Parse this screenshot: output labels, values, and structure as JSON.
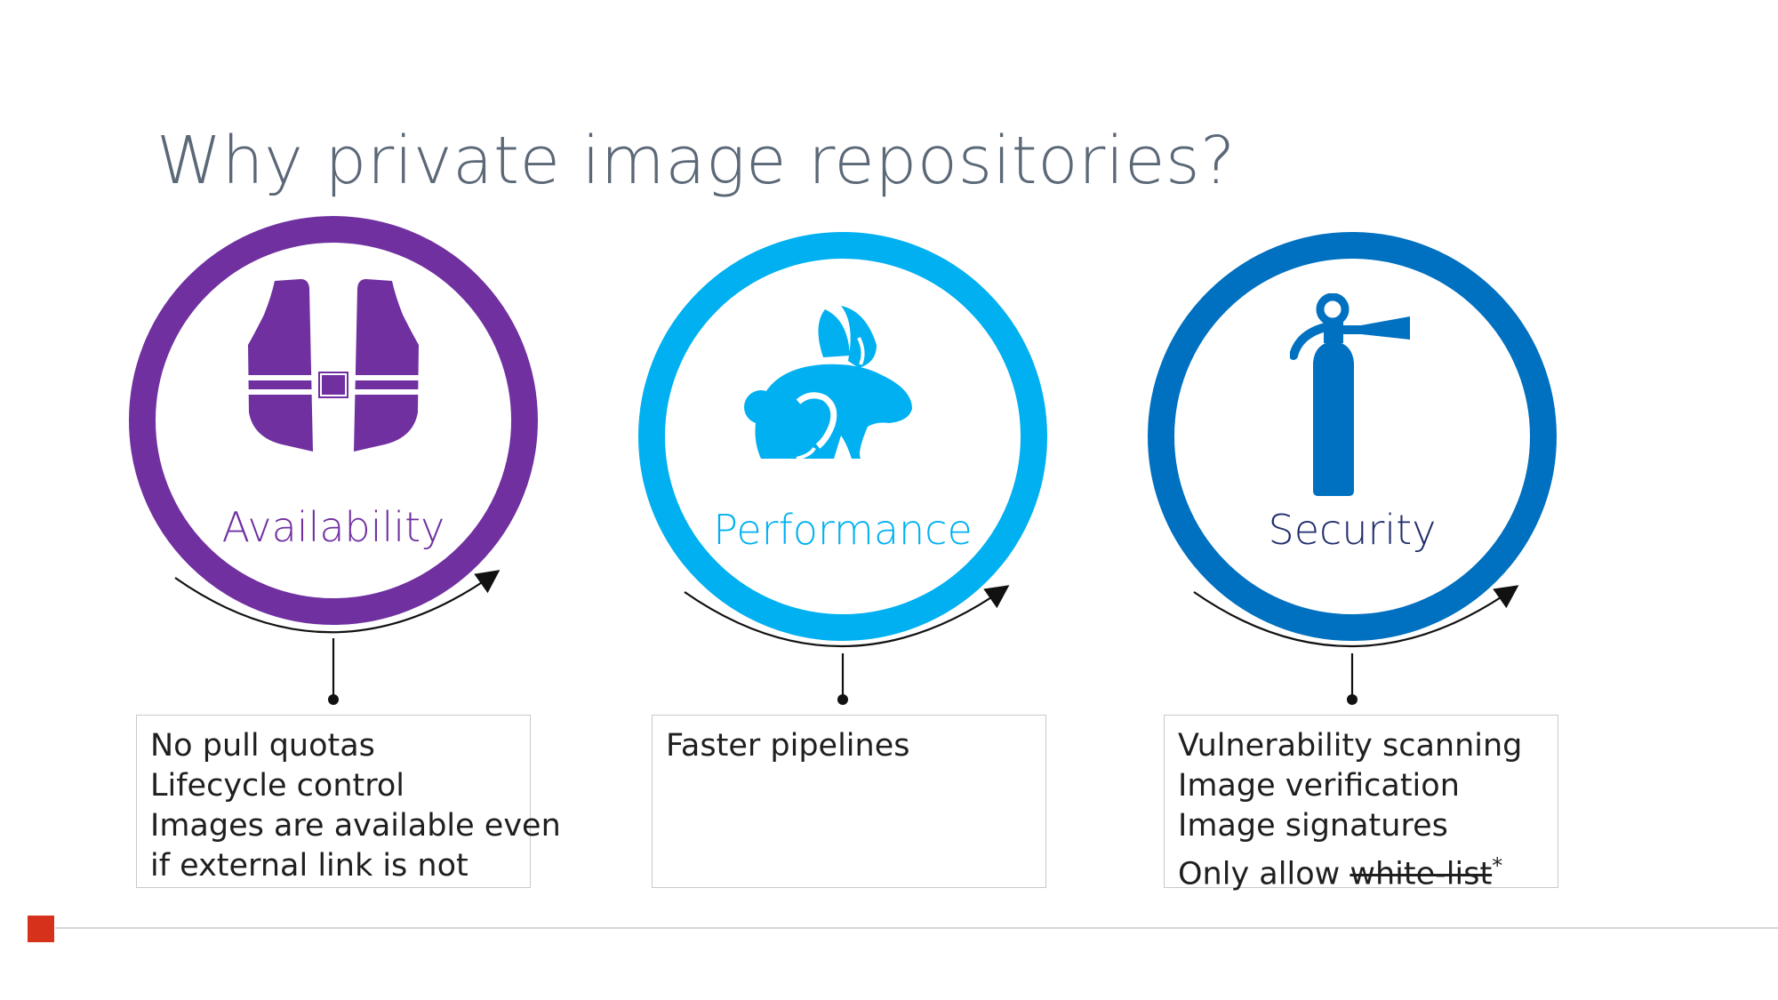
{
  "slide": {
    "title": "Why private image repositories?"
  },
  "pillars": [
    {
      "label": "Availability",
      "color": "#7030a0",
      "icon": "life-vest-icon",
      "details": [
        "No pull quotas",
        "Lifecycle control",
        "Images are available even",
        "if external link is not"
      ]
    },
    {
      "label": "Performance",
      "color": "#00b0f0",
      "icon": "rabbit-icon",
      "details": [
        "Faster pipelines"
      ]
    },
    {
      "label": "Security",
      "color": "#0070c0",
      "label_color": "#1f2d6b",
      "icon": "fire-extinguisher-icon",
      "details": [
        "Vulnerability scanning",
        "Image verification",
        "Image signatures"
      ],
      "last_detail": {
        "prefix": "Only allow ",
        "struck": "white-list",
        "suffix": "*"
      }
    }
  ],
  "footer": {
    "accent_color": "#d6311b"
  }
}
